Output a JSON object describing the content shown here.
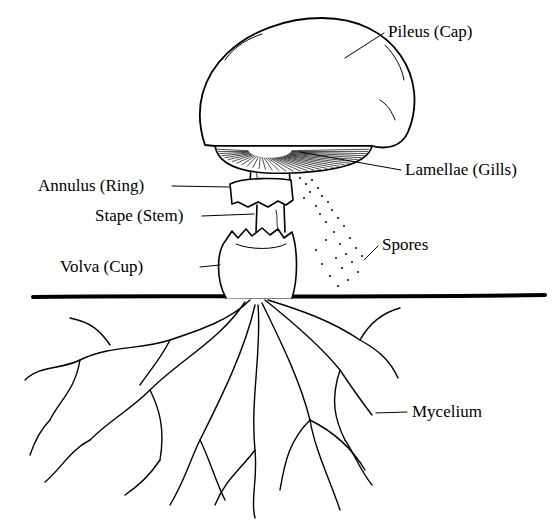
{
  "diagram": {
    "labels": [
      "Pileus (Cap)",
      "Annulus (Ring)",
      "Lamellae (Gills)",
      "Stape (Stem)",
      "Spores",
      "Volva (Cup)",
      "Mycelium"
    ]
  }
}
